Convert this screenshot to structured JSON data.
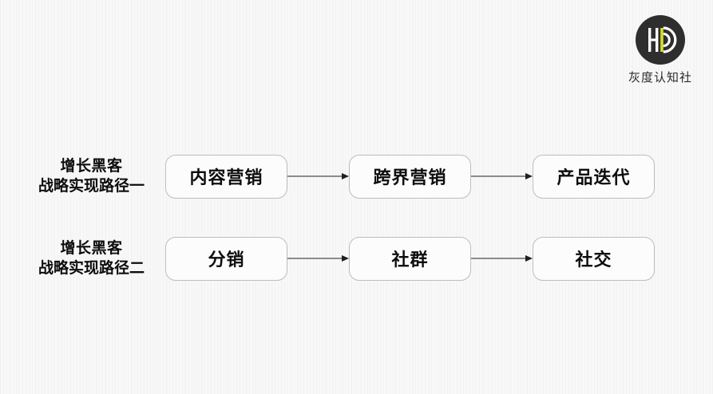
{
  "brand": {
    "logo_icon": "hd-monogram-circle-icon",
    "name": "灰度认知社",
    "circle_color": "#2e2e2e",
    "accent_color": "#d7dd2b",
    "mark_color": "#ffffff"
  },
  "diagram": {
    "type": "flow",
    "rows": [
      {
        "label_line_1": "增长黑客",
        "label_line_2": "战略实现路径一",
        "nodes": [
          "内容营销",
          "跨界营销",
          "产品迭代"
        ],
        "connector_icon": "arrow-right-icon"
      },
      {
        "label_line_1": "增长黑客",
        "label_line_2": "战略实现路径二",
        "nodes": [
          "分销",
          "社群",
          "社交"
        ],
        "connector_icon": "arrow-right-icon"
      }
    ]
  }
}
